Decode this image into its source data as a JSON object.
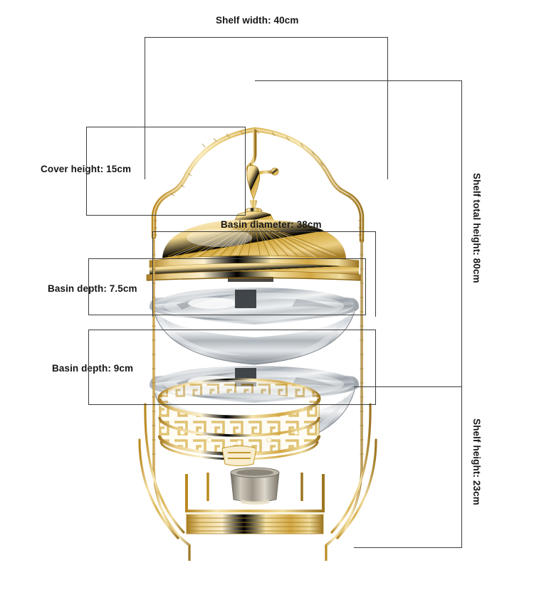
{
  "image": {
    "subject": "Two-tier gold chafing dish buffet stand with stainless steel basins and domed cover",
    "background_color": "#ffffff"
  },
  "annotation_color": "#3c3c3c",
  "annotations": [
    {
      "id": "shelf-width",
      "label": "Shelf width: 40cm",
      "value": 40,
      "unit": "cm",
      "orientation": "horizontal",
      "label_position": "top-center"
    },
    {
      "id": "cover-height",
      "label": "Cover height: 15cm",
      "value": 15,
      "unit": "cm",
      "orientation": "vertical",
      "label_position": "left"
    },
    {
      "id": "basin-diameter",
      "label": "Basin diameter: 38cm",
      "value": 38,
      "unit": "cm",
      "orientation": "horizontal",
      "label_position": "top-center"
    },
    {
      "id": "basin-depth-upper",
      "label": "Basin depth: 7.5cm",
      "value": 7.5,
      "unit": "cm",
      "orientation": "vertical",
      "label_position": "left"
    },
    {
      "id": "basin-depth-lower",
      "label": "Basin depth: 9cm",
      "value": 9,
      "unit": "cm",
      "orientation": "vertical",
      "label_position": "left"
    },
    {
      "id": "shelf-total-height",
      "label": "Shelf total height: 80cm",
      "value": 80,
      "unit": "cm",
      "orientation": "vertical",
      "label_position": "right-rotated"
    },
    {
      "id": "shelf-height",
      "label": "Shelf height: 23cm",
      "value": 23,
      "unit": "cm",
      "orientation": "vertical",
      "label_position": "right-rotated"
    }
  ],
  "product": {
    "parts": [
      "arched-carry-handle",
      "domed-ribbed-cover",
      "cover-knob-finial",
      "upper-stainless-basin",
      "lower-stainless-basin",
      "gold-greek-key-lattice-ring",
      "crystal-accents",
      "fuel-burner-cup",
      "gold-wire-frame-legs",
      "ribbed-foot-bar"
    ],
    "colors": {
      "gold_light": "#f7e3a8",
      "gold_mid": "#d8ad4a",
      "gold_dark": "#9c7420",
      "steel_light": "#f2f3f5",
      "steel_mid": "#b9bec4",
      "steel_dark": "#5d6369"
    }
  }
}
